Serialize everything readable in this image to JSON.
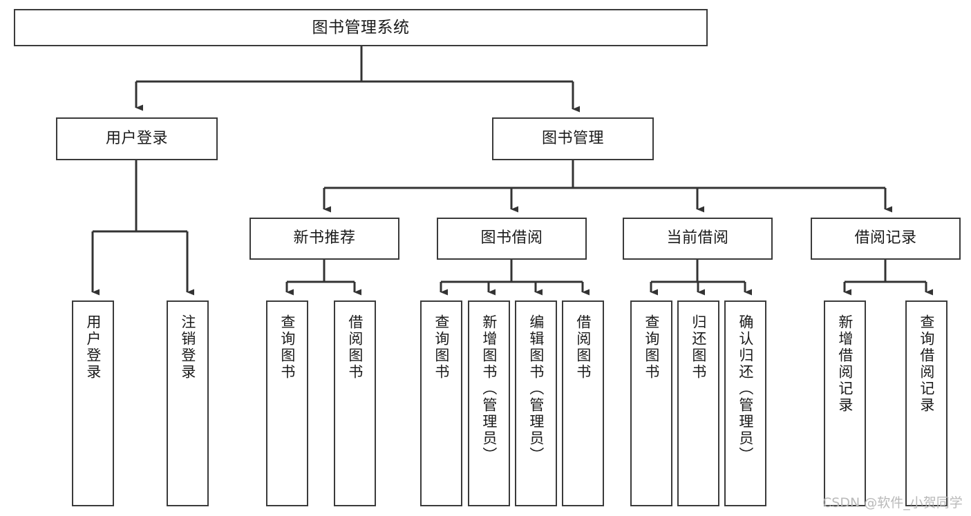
{
  "diagram": {
    "title": "图书管理系统",
    "type": "tree-hierarchy",
    "watermark": "CSDN @软件_小贺同学",
    "colors": {
      "box_border": "#3a3a3a",
      "box_fill": "#ffffff",
      "connector": "#333333",
      "text": "#1a1a1a",
      "watermark": "#b9b9b9",
      "background": "#ffffff"
    },
    "nodes": {
      "root": {
        "label": "图书管理系统",
        "level": 1,
        "orientation": "horizontal"
      },
      "level2": [
        {
          "id": "user-login",
          "label": "用户登录",
          "orientation": "horizontal"
        },
        {
          "id": "book-manage",
          "label": "图书管理",
          "orientation": "horizontal"
        }
      ],
      "level3": [
        {
          "id": "new-book-recommend",
          "label": "新书推荐",
          "orientation": "horizontal"
        },
        {
          "id": "book-borrow",
          "label": "图书借阅",
          "orientation": "horizontal"
        },
        {
          "id": "current-borrow",
          "label": "当前借阅",
          "orientation": "horizontal"
        },
        {
          "id": "borrow-record",
          "label": "借阅记录",
          "orientation": "horizontal"
        }
      ],
      "leaves": [
        {
          "id": "leaf-user-login",
          "parent": "user-login",
          "label": "用户登录",
          "orientation": "vertical"
        },
        {
          "id": "leaf-logout-login",
          "parent": "user-login",
          "label": "注销登录",
          "orientation": "vertical"
        },
        {
          "id": "leaf-query-book-1",
          "parent": "new-book-recommend",
          "label": "查询图书",
          "orientation": "vertical"
        },
        {
          "id": "leaf-borrow-book-1",
          "parent": "new-book-recommend",
          "label": "借阅图书",
          "orientation": "vertical"
        },
        {
          "id": "leaf-query-book-2",
          "parent": "book-borrow",
          "label": "查询图书",
          "orientation": "vertical"
        },
        {
          "id": "leaf-add-book",
          "parent": "book-borrow",
          "label": "新增图书（管理员）",
          "orientation": "vertical"
        },
        {
          "id": "leaf-edit-book",
          "parent": "book-borrow",
          "label": "编辑图书（管理员）",
          "orientation": "vertical"
        },
        {
          "id": "leaf-borrow-book-2",
          "parent": "book-borrow",
          "label": "借阅图书",
          "orientation": "vertical"
        },
        {
          "id": "leaf-query-book-3",
          "parent": "current-borrow",
          "label": "查询图书",
          "orientation": "vertical"
        },
        {
          "id": "leaf-return-book",
          "parent": "current-borrow",
          "label": "归还图书",
          "orientation": "vertical"
        },
        {
          "id": "leaf-confirm-return",
          "parent": "current-borrow",
          "label": "确认归还（管理员）",
          "orientation": "vertical"
        },
        {
          "id": "leaf-add-record",
          "parent": "borrow-record",
          "label": "新增借阅记录",
          "orientation": "vertical"
        },
        {
          "id": "leaf-query-record",
          "parent": "borrow-record",
          "label": "查询借阅记录",
          "orientation": "vertical"
        }
      ]
    }
  }
}
